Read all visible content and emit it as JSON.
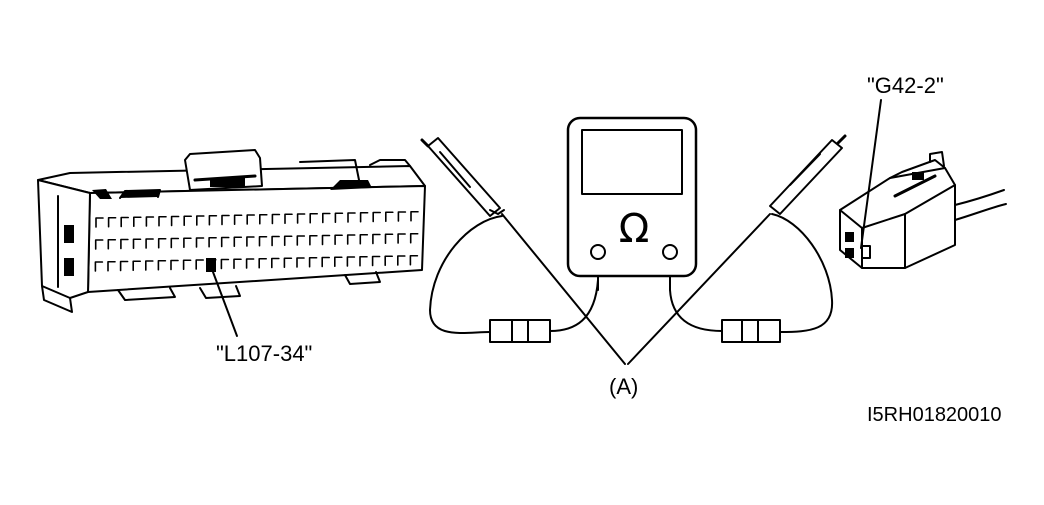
{
  "labels": {
    "connector_left": "\"L107-34\"",
    "connector_right": "\"G42-2\"",
    "probes": "(A)",
    "figure_code": "I5RH01820010"
  },
  "meter": {
    "symbol": "Ω",
    "icon": "ohmmeter-icon"
  },
  "colors": {
    "line": "#000000",
    "background": "#ffffff"
  }
}
